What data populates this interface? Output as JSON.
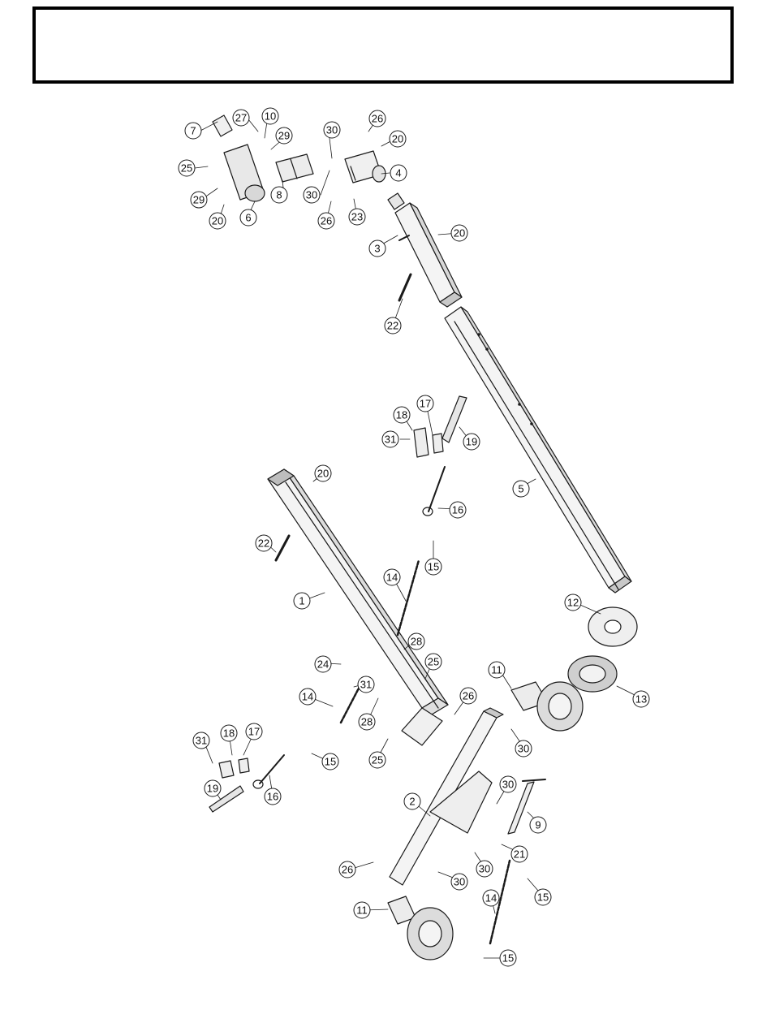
{
  "header": {
    "title": ""
  },
  "colors": {
    "line": "#1a1a1a",
    "fill_light": "#f2f2f2",
    "fill_mid": "#d6d6d6",
    "fill_dark": "#9a9a9a"
  },
  "callouts": [
    "7",
    "27",
    "10",
    "29",
    "30",
    "26",
    "20",
    "25",
    "8",
    "4",
    "29",
    "6",
    "20",
    "30",
    "26",
    "23",
    "3",
    "20",
    "22",
    "31",
    "18",
    "17",
    "19",
    "20",
    "16",
    "22",
    "5",
    "15",
    "14",
    "1",
    "12",
    "28",
    "24",
    "25",
    "31",
    "11",
    "13",
    "28",
    "14",
    "26",
    "31",
    "18",
    "17",
    "30",
    "25",
    "15",
    "19",
    "16",
    "30",
    "2",
    "9",
    "26",
    "21",
    "30",
    "11",
    "30",
    "14",
    "15",
    "15"
  ]
}
